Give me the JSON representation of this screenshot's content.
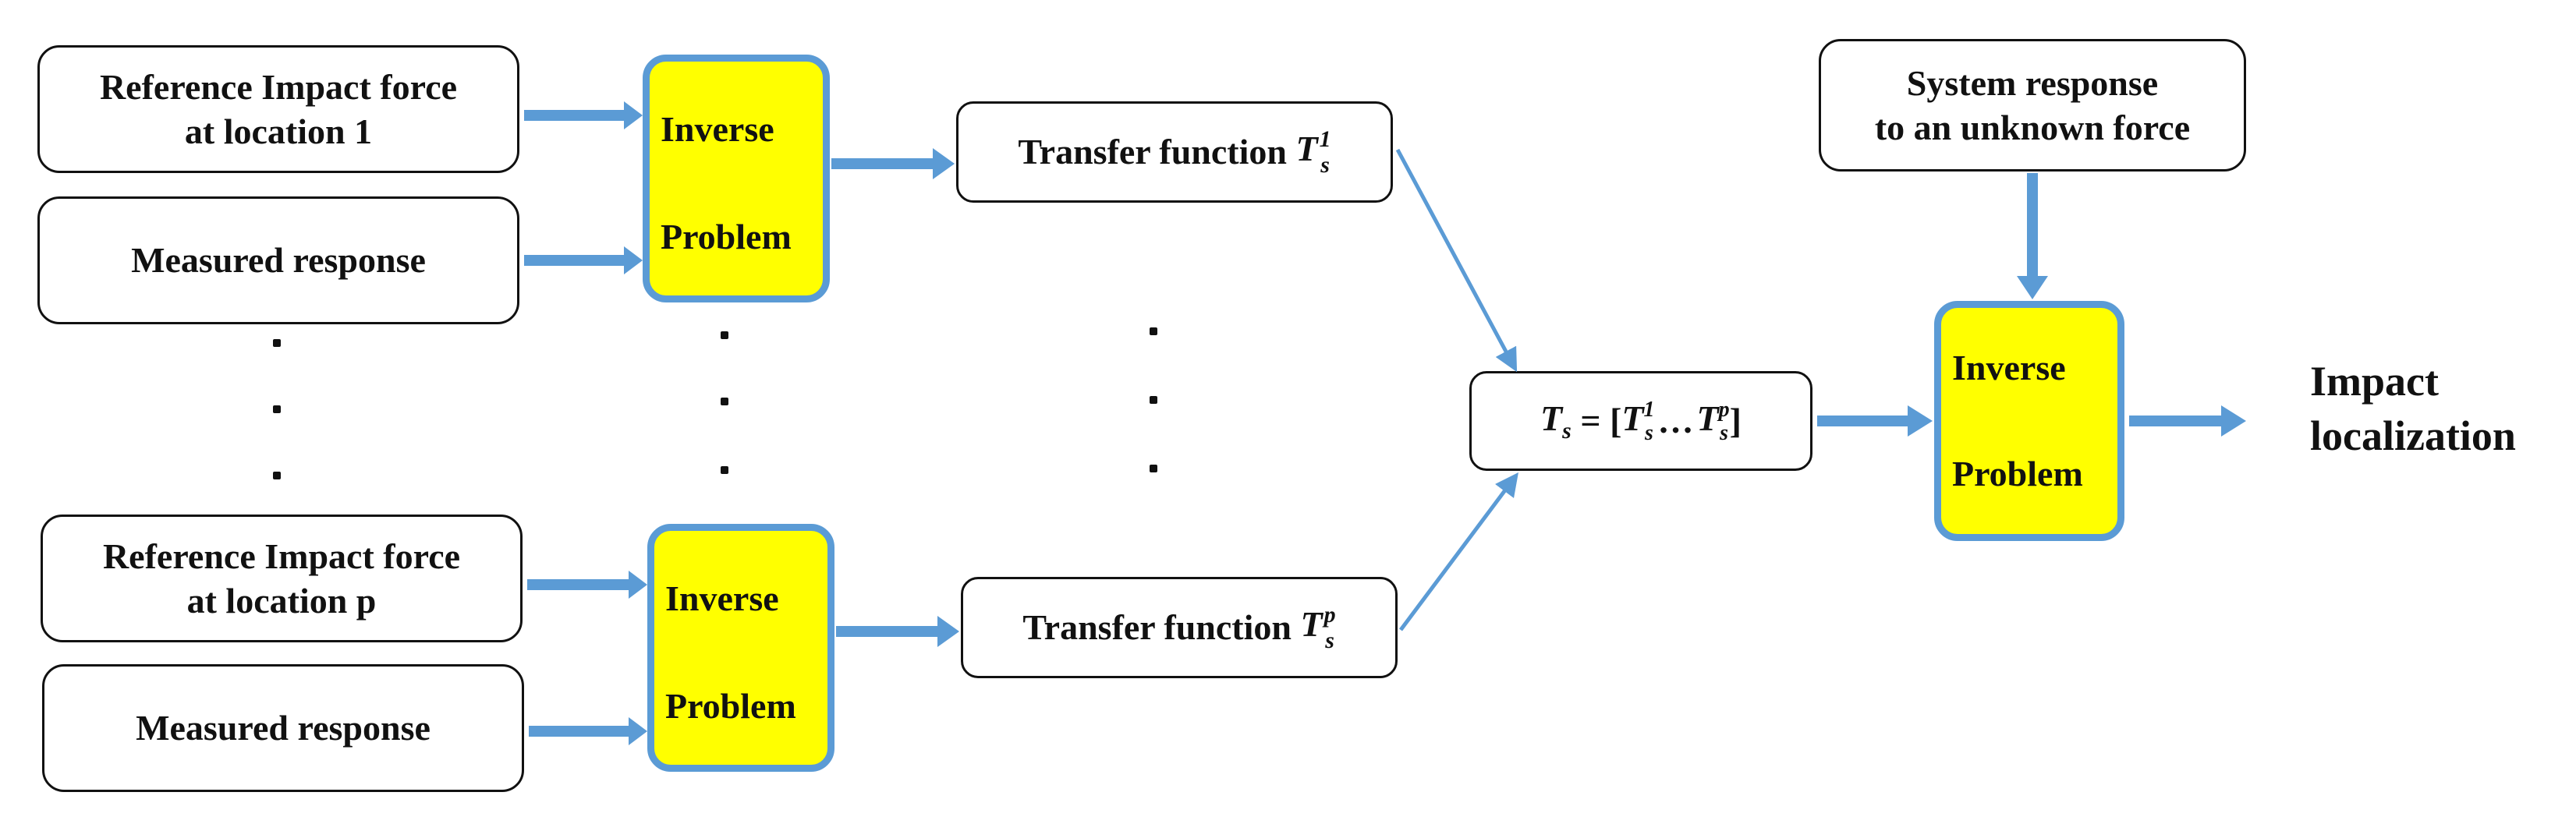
{
  "left_inputs": {
    "ref_force_1": [
      "Reference Impact force",
      "at location 1"
    ],
    "measured_1": "Measured response",
    "ref_force_p": [
      "Reference Impact force",
      "at location p"
    ],
    "measured_p": "Measured response"
  },
  "inverse_problem": {
    "line1": "Inverse",
    "line2": "Problem"
  },
  "transfer": {
    "label": "Transfer function",
    "symbol": "T",
    "sub": "s",
    "sup1": "1",
    "supp": "p"
  },
  "ts_vector": {
    "lhs_symbol": "T",
    "lhs_sub": "s",
    "equals": "=",
    "open": "[",
    "ellipsis": "…",
    "close": "]"
  },
  "system_response": [
    "System response",
    "to an unknown force"
  ],
  "output": [
    "Impact",
    "localization"
  ],
  "colors": {
    "arrow": "#5b9bd5",
    "inverse_fill": "#ffff00",
    "inverse_border": "#5b9bd5"
  }
}
